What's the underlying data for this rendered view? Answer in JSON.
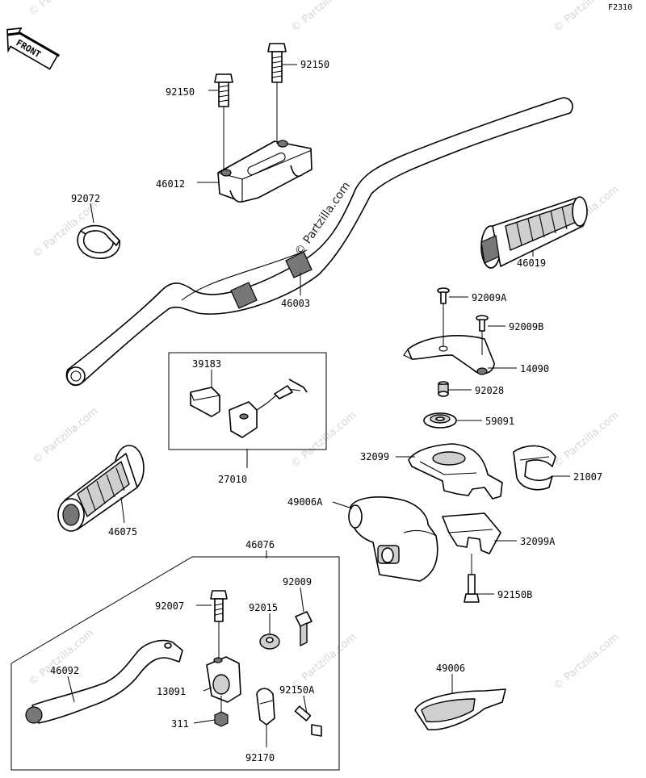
{
  "diagram_code": "F2310",
  "front_label": "FRONT",
  "watermark_text": "© Partzilla.com",
  "center_watermark": "© Partzilla.com",
  "parts": [
    {
      "number": "92150"
    },
    {
      "number": "92150"
    },
    {
      "number": "46012"
    },
    {
      "number": "92072"
    },
    {
      "number": "46003"
    },
    {
      "number": "46019"
    },
    {
      "number": "92009A"
    },
    {
      "number": "92009B"
    },
    {
      "number": "14090"
    },
    {
      "number": "92028"
    },
    {
      "number": "59091"
    },
    {
      "number": "39183"
    },
    {
      "number": "27010"
    },
    {
      "number": "32099"
    },
    {
      "number": "21007"
    },
    {
      "number": "46075"
    },
    {
      "number": "49006A"
    },
    {
      "number": "32099A"
    },
    {
      "number": "46076"
    },
    {
      "number": "92150B"
    },
    {
      "number": "92007"
    },
    {
      "number": "92009"
    },
    {
      "number": "92015"
    },
    {
      "number": "46092"
    },
    {
      "number": "13091"
    },
    {
      "number": "92150A"
    },
    {
      "number": "311"
    },
    {
      "number": "92170"
    },
    {
      "number": "49006"
    }
  ]
}
